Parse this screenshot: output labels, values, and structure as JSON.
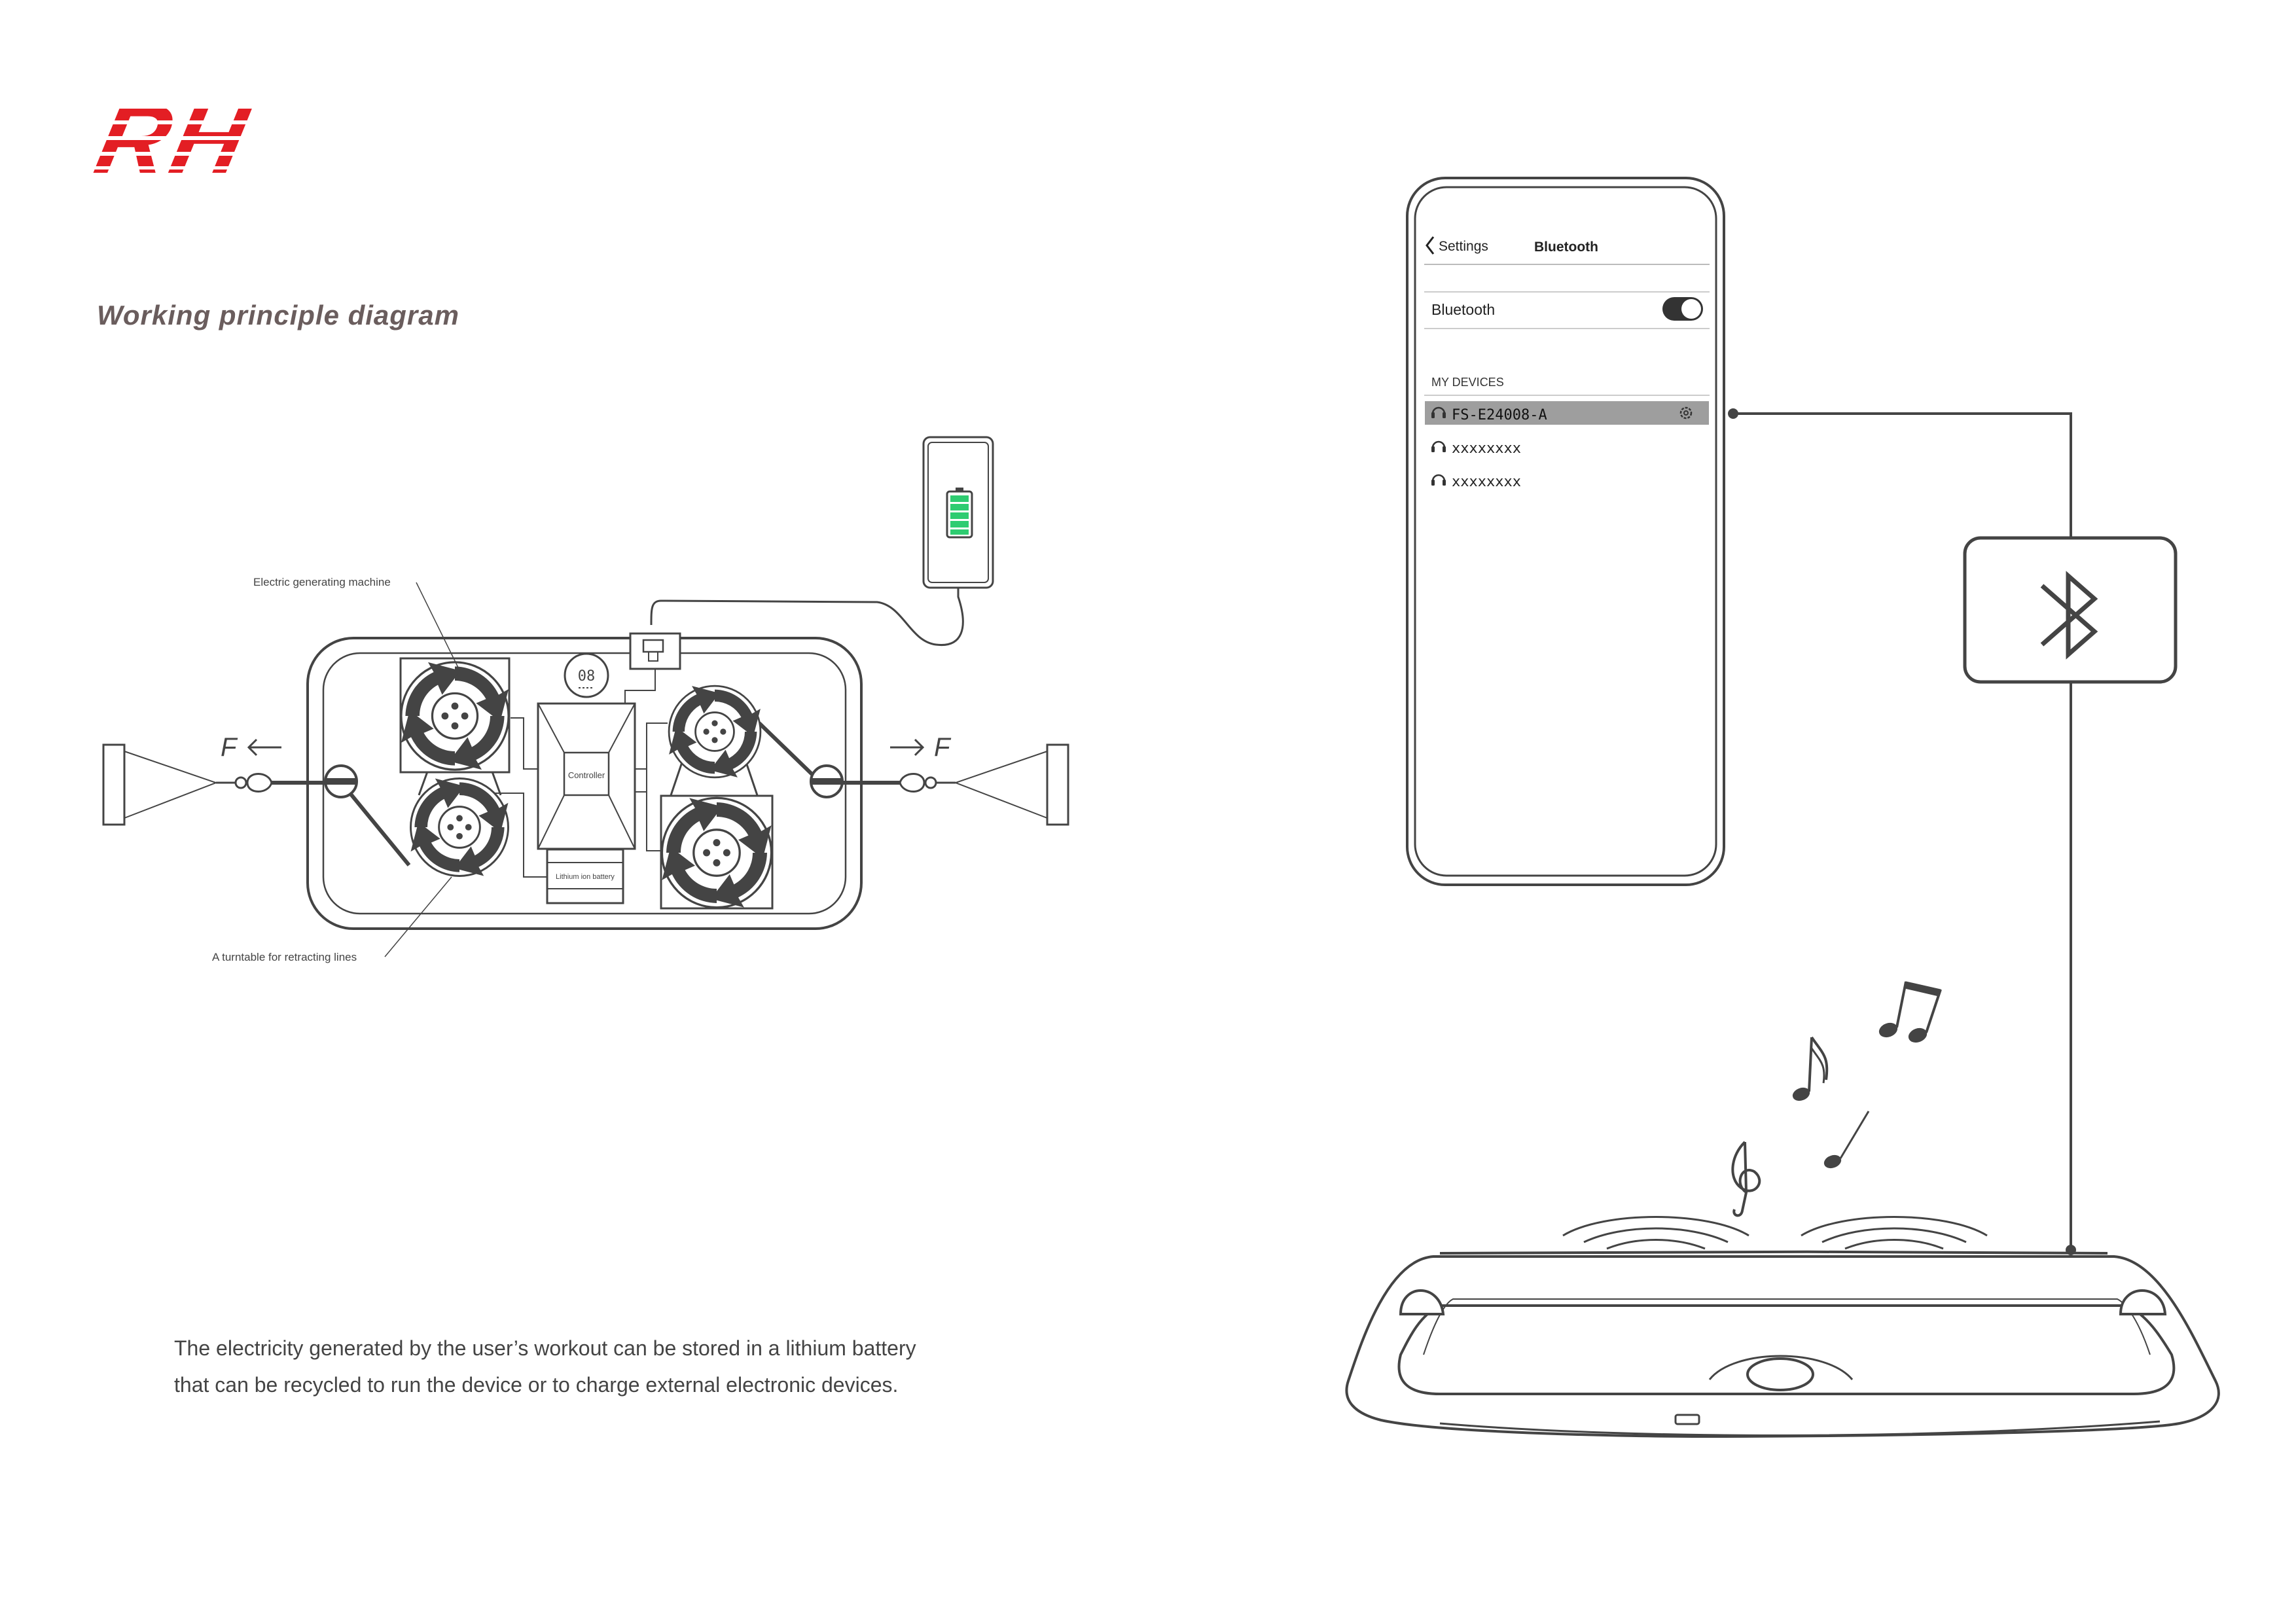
{
  "brand": {
    "logo_text": "RH",
    "logo_color": "#e31e24"
  },
  "section_title": "Working principle diagram",
  "labels": {
    "generator": "Electric generating machine",
    "turntable": "A turntable for retracting lines",
    "controller": "Controller",
    "battery": "Lithium ion battery",
    "display": "08",
    "force_left": "F",
    "force_right": "F"
  },
  "phone": {
    "back_label": "Settings",
    "title": "Bluetooth",
    "toggle_label": "Bluetooth",
    "toggle_on": true,
    "section_header": "MY DEVICES",
    "devices": [
      {
        "name": "FS-E24008-A",
        "selected": true
      },
      {
        "name": "xxxxxxxx",
        "selected": false
      },
      {
        "name": "xxxxxxxx",
        "selected": false
      }
    ]
  },
  "caption": {
    "line1": "The electricity generated by the user’s workout can be stored in a lithium battery",
    "line2": "that can be recycled to run the device or to charge external electronic devices."
  },
  "colors": {
    "stroke": "#444444",
    "battery_green": "#2ecc71",
    "selected_row": "#9e9e9e"
  }
}
